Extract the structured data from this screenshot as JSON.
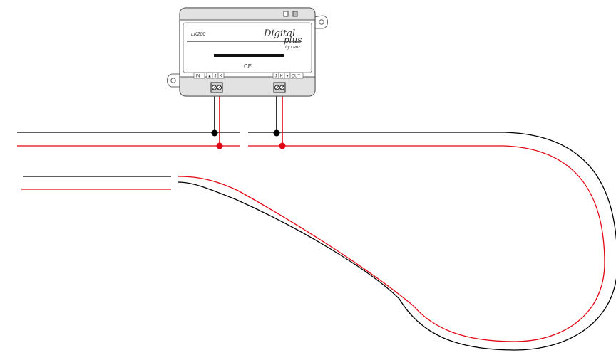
{
  "module": {
    "model": "LK200",
    "brand_line1": "Digital",
    "brand_line2": "plus",
    "brand_line3": "by Lenz",
    "ce_mark": "CE",
    "in_terminal": {
      "label_in": "IN",
      "label_arrow": "▲",
      "label_j": "J",
      "label_k": "K"
    },
    "out_terminal": {
      "label_j": "J",
      "label_k": "K",
      "label_arrow": "▼",
      "label_out": "OUT"
    }
  },
  "colors": {
    "rail_black": "#000000",
    "rail_red": "#e30613",
    "housing_fill": "#ffffff",
    "housing_stroke": "#555555",
    "terminal_fill": "#dddddd"
  }
}
